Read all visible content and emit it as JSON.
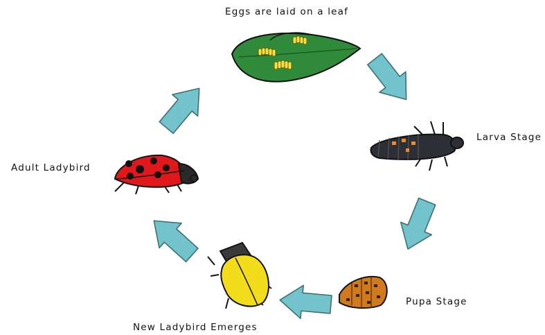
{
  "diagram": {
    "stages": [
      {
        "id": "eggs",
        "label": "Eggs are laid on a leaf"
      },
      {
        "id": "larva",
        "label": "Larva Stage"
      },
      {
        "id": "pupa",
        "label": "Pupa Stage"
      },
      {
        "id": "new",
        "label": "New Ladybird Emerges"
      },
      {
        "id": "adult",
        "label": "Adult Ladybird"
      }
    ],
    "colors": {
      "arrow": "#72c3cc",
      "arrow_outline": "#3d6f75",
      "leaf": "#2f8a3a",
      "egg": "#f4e04a",
      "larva": "#2c2f36",
      "larva_spot": "#f08a24",
      "pupa": "#d07a1e",
      "new_ladybird": "#f2dc1c",
      "adult_ladybird": "#e0181b",
      "spot": "#111111"
    }
  }
}
